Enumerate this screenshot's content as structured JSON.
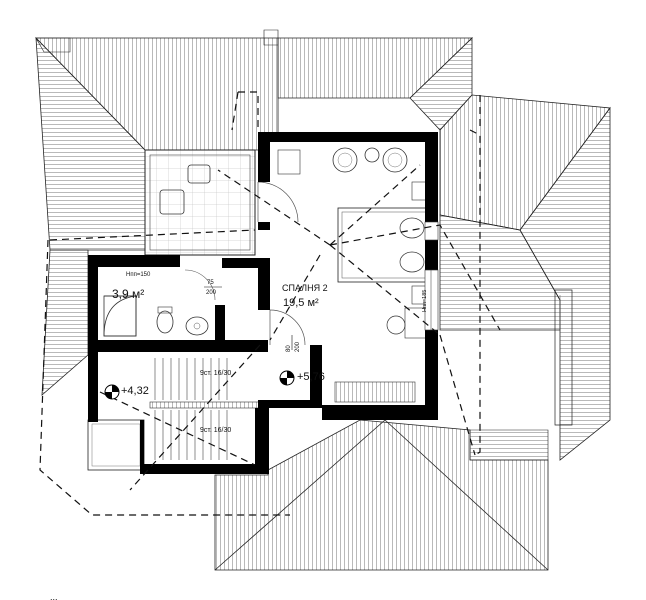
{
  "floor_plan": {
    "bathroom": {
      "area": "3,9 м²",
      "window_note": "Нпп=150",
      "door_size_top": "75",
      "door_size_bottom": "200"
    },
    "bedroom": {
      "name": "СПАЛНЯ 2",
      "area": "19,5 м²",
      "window_note": "Нпп=185",
      "door_size_top": "80",
      "door_size_bottom": "200"
    },
    "stairs": {
      "upper_flight": "9ст. 16/30",
      "lower_flight": "9ст. 16/30"
    },
    "levels": {
      "stair_landing": "+4,32",
      "hall": "+5,76"
    },
    "caption": "..."
  },
  "colors": {
    "wall": "#000000",
    "roof_hatch": "#8a8a8a",
    "line": "#111111"
  }
}
